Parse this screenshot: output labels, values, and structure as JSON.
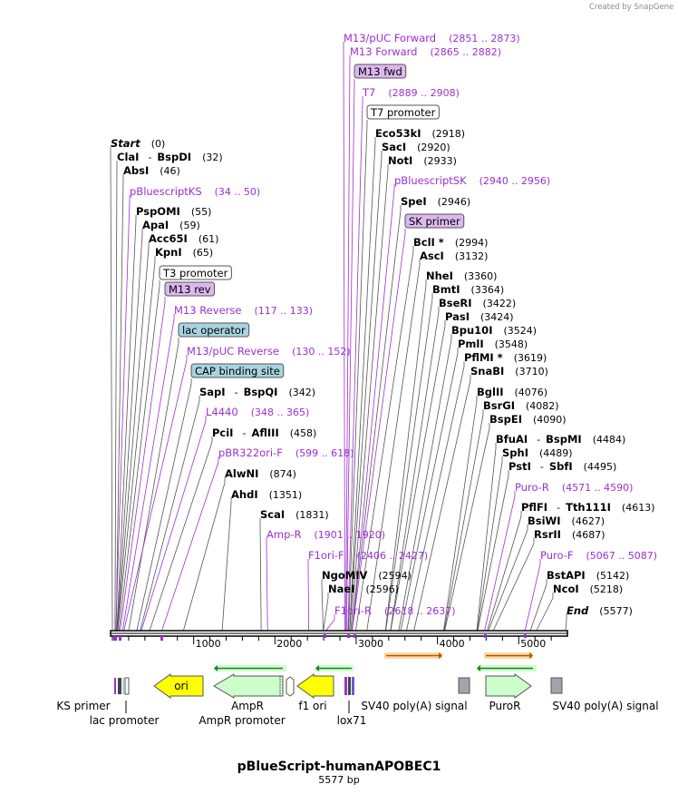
{
  "credit": "Created by SnapGene",
  "title": "pBlueScript-humanAPOBEC1",
  "subtitle": "5577 bp",
  "colors": {
    "purple": "#9b30d0",
    "purple_fill": "#dcb7f0",
    "teal_fill": "#a8d3df",
    "yellow": "#ffff00",
    "green_fill": "#ccffcc",
    "orange": "#f0a030",
    "gray_box": "#a0a4ad"
  },
  "ruler": {
    "length": 5577,
    "ticks": [
      "1000",
      "2000",
      "3000",
      "4000",
      "5000"
    ]
  },
  "labels": [
    {
      "t": "enz",
      "name": "Start",
      "pos": "(0)",
      "bp": 0,
      "italic": true
    },
    {
      "t": "enz",
      "name": "ClaI",
      "name2": "BspDI",
      "pos": "(32)",
      "bp": 32
    },
    {
      "t": "enz",
      "name": "AbsI",
      "pos": "(46)",
      "bp": 46
    },
    {
      "t": "feat",
      "name": "pBluescriptKS",
      "pos": "(34 .. 50)",
      "bp": 42
    },
    {
      "t": "enz",
      "name": "PspOMI",
      "pos": "(55)",
      "bp": 55
    },
    {
      "t": "enz",
      "name": "ApaI",
      "pos": "(59)",
      "bp": 59
    },
    {
      "t": "enz",
      "name": "Acc65I",
      "pos": "(61)",
      "bp": 61
    },
    {
      "t": "enz",
      "name": "KpnI",
      "pos": "(65)",
      "bp": 65
    },
    {
      "t": "box",
      "name": "T3 promoter",
      "bp": 80,
      "fill": "#ffffff"
    },
    {
      "t": "box",
      "name": "M13 rev",
      "bp": 95,
      "fill": "#dcb7f0"
    },
    {
      "t": "feat",
      "name": "M13 Reverse",
      "pos": "(117 .. 133)",
      "bp": 125
    },
    {
      "t": "box",
      "name": "lac operator",
      "bp": 200,
      "fill": "#a8d3df"
    },
    {
      "t": "feat",
      "name": "M13/pUC Reverse",
      "pos": "(130 .. 152)",
      "bp": 141
    },
    {
      "t": "box",
      "name": "CAP binding site",
      "bp": 300,
      "fill": "#a8d3df"
    },
    {
      "t": "enz",
      "name": "SapI",
      "name2": "BspQI",
      "pos": "(342)",
      "bp": 342
    },
    {
      "t": "feat",
      "name": "L4440",
      "pos": "(348 .. 365)",
      "bp": 356
    },
    {
      "t": "enz",
      "name": "PciI",
      "name2": "AflIII",
      "pos": "(458)",
      "bp": 458
    },
    {
      "t": "feat",
      "name": "pBR322ori-F",
      "pos": "(599 .. 618)",
      "bp": 608
    },
    {
      "t": "enz",
      "name": "AlwNI",
      "pos": "(874)",
      "bp": 874
    },
    {
      "t": "enz",
      "name": "AhdI",
      "pos": "(1351)",
      "bp": 1351
    },
    {
      "t": "enz",
      "name": "ScaI",
      "pos": "(1831)",
      "bp": 1831
    },
    {
      "t": "feat",
      "name": "Amp-R",
      "pos": "(1901 .. 1920)",
      "bp": 1910
    },
    {
      "t": "feat",
      "name": "F1ori-F",
      "pos": "(2406 .. 2427)",
      "bp": 2416
    },
    {
      "t": "enz",
      "name": "NgoMIV",
      "pos": "(2594)",
      "bp": 2594
    },
    {
      "t": "enz",
      "name": "NaeI",
      "pos": "(2596)",
      "bp": 2596
    },
    {
      "t": "feat",
      "name": "F1ori-R",
      "pos": "(2618 .. 2637)",
      "bp": 2627
    },
    {
      "t": "feat",
      "name": "M13/pUC Forward",
      "pos": "(2851 .. 2873)",
      "bp": 2862
    },
    {
      "t": "feat",
      "name": "M13 Forward",
      "pos": "(2865 .. 2882)",
      "bp": 2873
    },
    {
      "t": "box",
      "name": "M13 fwd",
      "bp": 2880,
      "fill": "#dcb7f0"
    },
    {
      "t": "feat",
      "name": "T7",
      "pos": "(2889 .. 2908)",
      "bp": 2898
    },
    {
      "t": "box",
      "name": "T7 promoter",
      "bp": 2905,
      "fill": "#ffffff"
    },
    {
      "t": "enz",
      "name": "Eco53kI",
      "pos": "(2918)",
      "bp": 2918
    },
    {
      "t": "enz",
      "name": "SacI",
      "pos": "(2920)",
      "bp": 2920
    },
    {
      "t": "enz",
      "name": "NotI",
      "pos": "(2933)",
      "bp": 2933
    },
    {
      "t": "feat",
      "name": "pBluescriptSK",
      "pos": "(2940 .. 2956)",
      "bp": 2948
    },
    {
      "t": "enz",
      "name": "SpeI",
      "pos": "(2946)",
      "bp": 2946
    },
    {
      "t": "box",
      "name": "SK primer",
      "bp": 2950,
      "fill": "#dcb7f0"
    },
    {
      "t": "enz",
      "name": "BclI *",
      "pos": "(2994)",
      "bp": 2994
    },
    {
      "t": "enz",
      "name": "AscI",
      "pos": "(3132)",
      "bp": 3132
    },
    {
      "t": "enz",
      "name": "NheI",
      "pos": "(3360)",
      "bp": 3360
    },
    {
      "t": "enz",
      "name": "BmtI",
      "pos": "(3364)",
      "bp": 3364
    },
    {
      "t": "enz",
      "name": "BseRI",
      "pos": "(3422)",
      "bp": 3422
    },
    {
      "t": "enz",
      "name": "PasI",
      "pos": "(3424)",
      "bp": 3424
    },
    {
      "t": "enz",
      "name": "Bpu10I",
      "pos": "(3524)",
      "bp": 3524
    },
    {
      "t": "enz",
      "name": "PmlI",
      "pos": "(3548)",
      "bp": 3548
    },
    {
      "t": "enz",
      "name": "PflMI *",
      "pos": "(3619)",
      "bp": 3619
    },
    {
      "t": "enz",
      "name": "SnaBI",
      "pos": "(3710)",
      "bp": 3710
    },
    {
      "t": "enz",
      "name": "BglII",
      "pos": "(4076)",
      "bp": 4076
    },
    {
      "t": "enz",
      "name": "BsrGI",
      "pos": "(4082)",
      "bp": 4082
    },
    {
      "t": "enz",
      "name": "BspEI",
      "pos": "(4090)",
      "bp": 4090
    },
    {
      "t": "enz",
      "name": "BfuAI",
      "name2": "BspMI",
      "pos": "(4484)",
      "bp": 4484
    },
    {
      "t": "enz",
      "name": "SphI",
      "pos": "(4489)",
      "bp": 4489
    },
    {
      "t": "enz",
      "name": "PstI",
      "name2": "SbfI",
      "pos": "(4495)",
      "bp": 4495
    },
    {
      "t": "feat",
      "name": "Puro-R",
      "pos": "(4571 .. 4590)",
      "bp": 4580
    },
    {
      "t": "enz",
      "name": "PflFI",
      "name2": "Tth111I",
      "pos": "(4613)",
      "bp": 4613
    },
    {
      "t": "enz",
      "name": "BsiWI",
      "pos": "(4627)",
      "bp": 4627
    },
    {
      "t": "enz",
      "name": "RsrII",
      "pos": "(4687)",
      "bp": 4687
    },
    {
      "t": "feat",
      "name": "Puro-F",
      "pos": "(5067 .. 5087)",
      "bp": 5077
    },
    {
      "t": "enz",
      "name": "BstAPI",
      "pos": "(5142)",
      "bp": 5142
    },
    {
      "t": "enz",
      "name": "NcoI",
      "pos": "(5218)",
      "bp": 5218
    },
    {
      "t": "enz",
      "name": "End",
      "pos": "(5577)",
      "bp": 5577,
      "italic": true
    }
  ],
  "features": {
    "ori": "ori",
    "ampr": "AmpR",
    "ampr_promoter": "AmpR promoter",
    "f1_ori": "f1 ori",
    "ks_primer": "KS primer",
    "lac_promoter": "lac promoter",
    "lox71": "lox71",
    "sv40_1": "SV40 poly(A) signal",
    "puror": "PuroR",
    "sv40_2": "SV40 poly(A) signal"
  }
}
